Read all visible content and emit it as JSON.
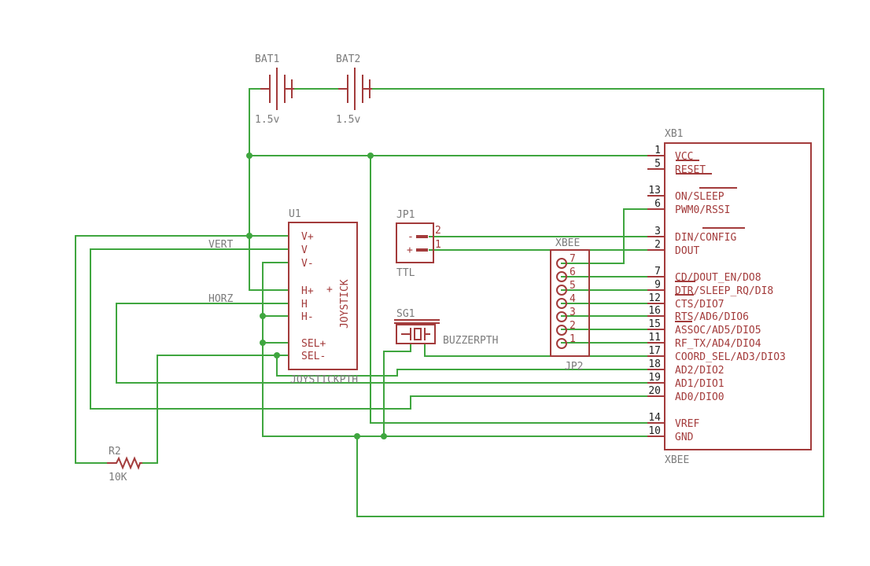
{
  "parts": {
    "bat1": {
      "name": "BAT1",
      "value": "1.5v"
    },
    "bat2": {
      "name": "BAT2",
      "value": "1.5v"
    },
    "xb1": {
      "name": "XB1",
      "value": "XBEE"
    },
    "u1": {
      "name": "U1",
      "value": "JOYSTICKPTH",
      "body_text": "JOYSTICK"
    },
    "jp1": {
      "name": "JP1",
      "value": "TTL"
    },
    "jp2": {
      "name": "JP2",
      "value": "XBEE"
    },
    "sg1": {
      "name": "SG1",
      "value": "BUZZERPTH"
    },
    "r2": {
      "name": "R2",
      "value": "10K"
    }
  },
  "net_labels": {
    "vert": "VERT",
    "horz": "HORZ"
  },
  "xbee_pins": [
    {
      "num": "1",
      "name": "VCC"
    },
    {
      "num": "5",
      "name": "RESET"
    },
    {
      "num": "13",
      "name": "ON/SLEEP"
    },
    {
      "num": "6",
      "name": "PWM0/RSSI"
    },
    {
      "num": "3",
      "name": "DIN/CONFIG"
    },
    {
      "num": "2",
      "name": "DOUT"
    },
    {
      "num": "7",
      "name": "CD/DOUT_EN/DO8"
    },
    {
      "num": "9",
      "name": "DTR/SLEEP_RQ/DI8"
    },
    {
      "num": "12",
      "name": "CTS/DIO7"
    },
    {
      "num": "16",
      "name": "RTS/AD6/DIO6"
    },
    {
      "num": "15",
      "name": "ASSOC/AD5/DIO5"
    },
    {
      "num": "11",
      "name": "RF_TX/AD4/DIO4"
    },
    {
      "num": "17",
      "name": "COORD_SEL/AD3/DIO3"
    },
    {
      "num": "18",
      "name": "AD2/DIO2"
    },
    {
      "num": "19",
      "name": "AD1/DIO1"
    },
    {
      "num": "20",
      "name": "AD0/DIO0"
    },
    {
      "num": "14",
      "name": "VREF"
    },
    {
      "num": "10",
      "name": "GND"
    }
  ],
  "joystick_pins": [
    "V+",
    "V",
    "V-",
    "H+",
    "H",
    "H-",
    "SEL+",
    "SEL-"
  ],
  "jp1_pins": [
    "2",
    "1"
  ],
  "jp1_marks": [
    "-",
    "+"
  ],
  "jp2_pins": [
    "7",
    "6",
    "5",
    "4",
    "3",
    "2",
    "1"
  ],
  "colors": {
    "wire": "#3fa63f",
    "part": "#a33b3b",
    "label": "#7b7b7b"
  }
}
